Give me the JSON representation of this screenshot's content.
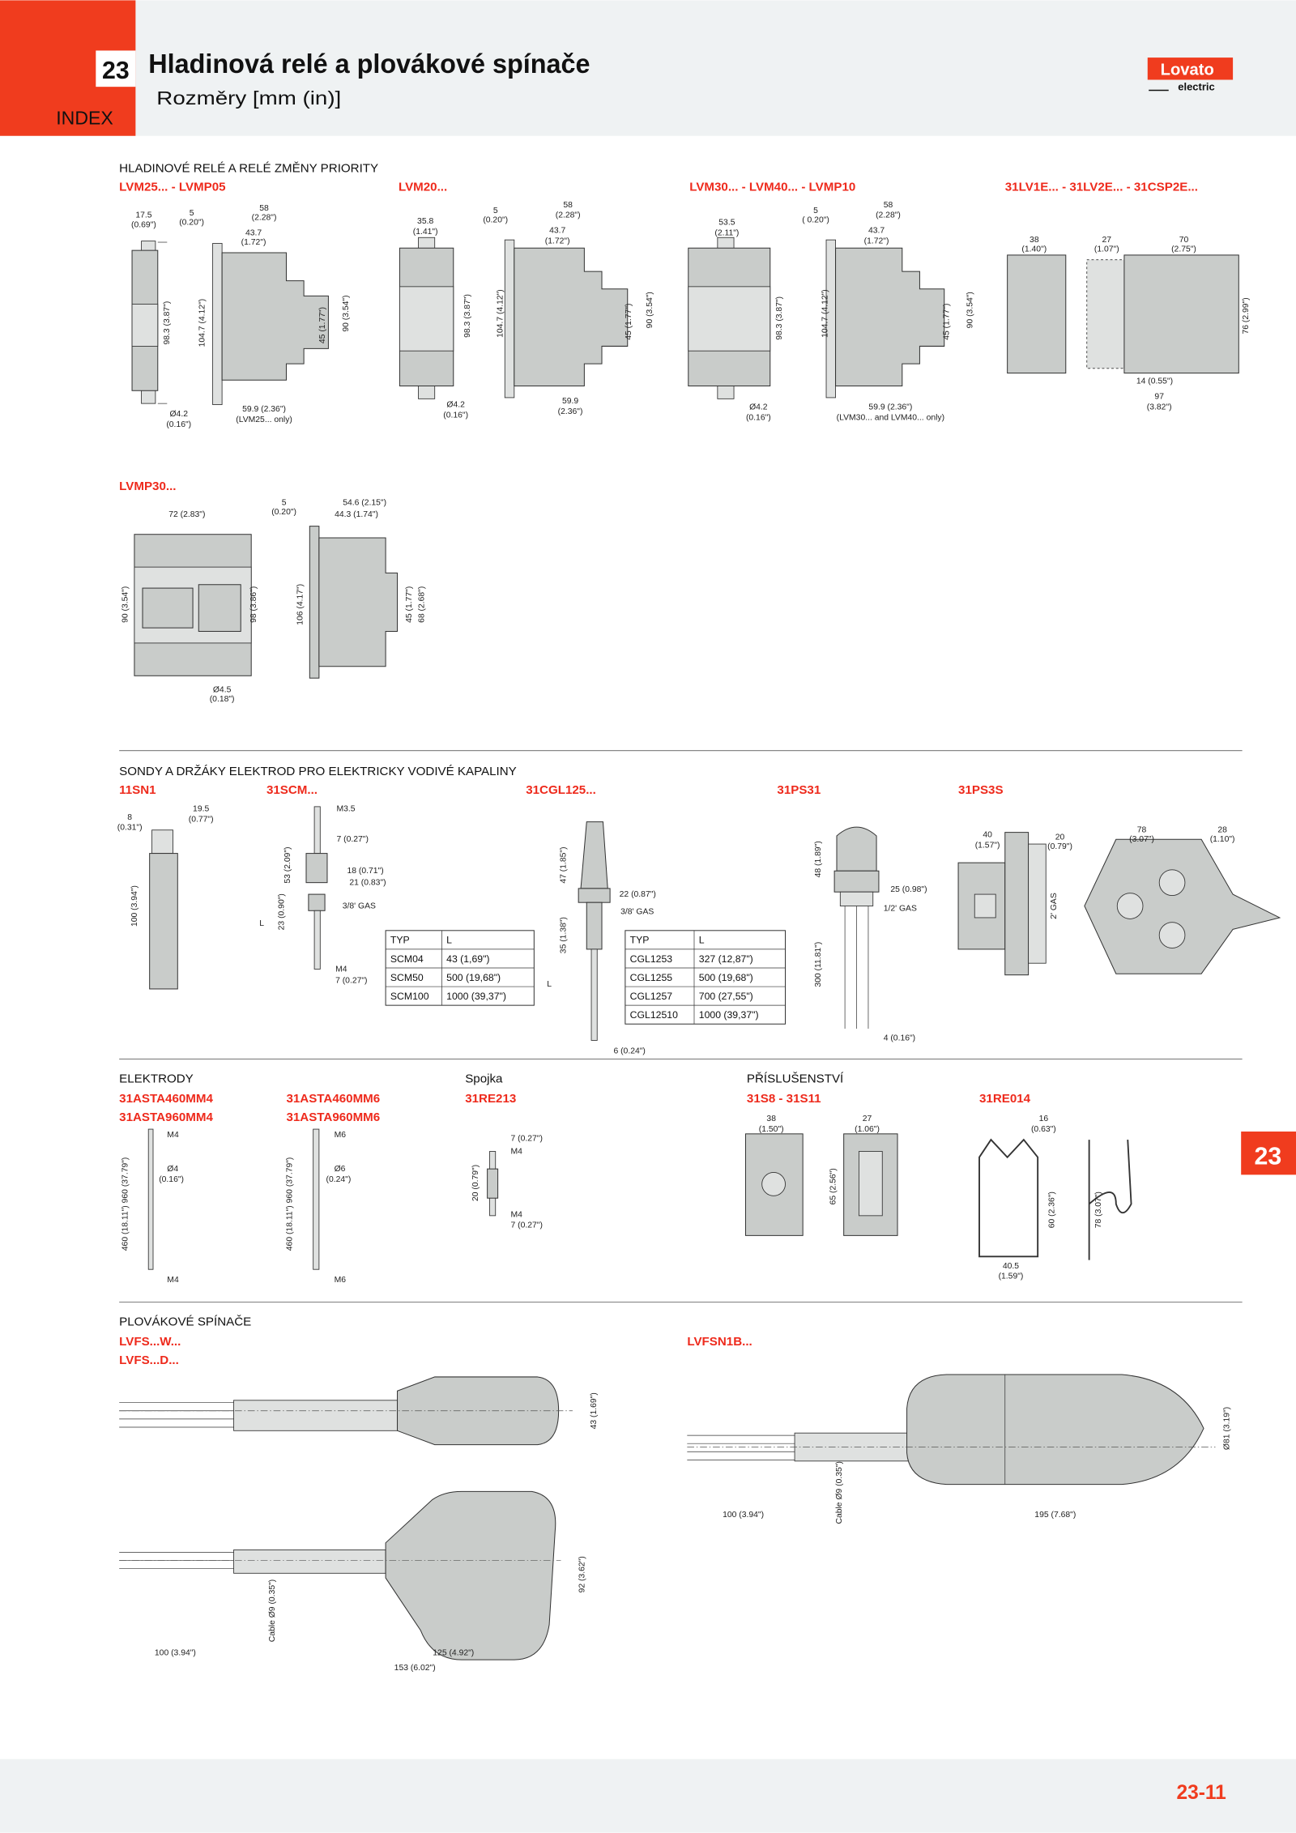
{
  "header": {
    "chapter": "23",
    "title": "Hladinová relé a plovákové spínače",
    "subtitle": "Rozměry [mm (in)]",
    "index": "INDEX",
    "logo": "Lovato",
    "logo_sub": "electric"
  },
  "side_tab": "23",
  "page_number": "23-11",
  "colors": {
    "accent": "#f03c1e",
    "band": "#eff2f3",
    "device": "#c9ccca"
  },
  "s1": {
    "heading": "HLADINOVÉ RELÉ A RELÉ ZMĚNY PRIORITY",
    "l1": "LVM25... - LVMP05",
    "l2": "LVM20...",
    "l3": "LVM30... - LVM40... - LVMP10",
    "l4": "31LV1E... - 31LV2E... - 31CSP2E...",
    "l5": "LVMP30..."
  },
  "s2": {
    "heading": "SONDY A DRŽÁKY ELEKTROD PRO ELEKTRICKY VODIVÉ KAPALINY",
    "l1": "11SN1",
    "l2": "31SCM...",
    "l3": "31CGL125...",
    "l4": "31PS31",
    "l5": "31PS3S"
  },
  "s3": {
    "heading1": "ELEKTRODY",
    "l1a": "31ASTA460MM4",
    "l1b": "31ASTA960MM4",
    "l2a": "31ASTA460MM6",
    "l2b": "31ASTA960MM6",
    "heading2": "Spojka",
    "l3": "31RE213",
    "heading3": "PŘÍSLUŠENSTVÍ",
    "l4": "31S8 - 31S11",
    "l5": "31RE014"
  },
  "s4": {
    "heading": "PLOVÁKOVÉ SPÍNAČE",
    "l1a": "LVFS...W...",
    "l1b": "LVFS...D...",
    "l2": "LVFSN1B..."
  },
  "table_scm": {
    "headers": [
      "TYP",
      "L"
    ],
    "rows": [
      [
        "SCM04",
        "43 (1,69\")"
      ],
      [
        "SCM50",
        "500 (19,68\")"
      ],
      [
        "SCM100",
        "1000 (39,37\")"
      ]
    ]
  },
  "table_cgl": {
    "headers": [
      "TYP",
      "L"
    ],
    "rows": [
      [
        "CGL1253",
        "327 (12,87\")"
      ],
      [
        "CGL1255",
        "500 (19,68\")"
      ],
      [
        "CGL1257",
        "700 (27,55\")"
      ],
      [
        "CGL12510",
        "1000 (39,37\")"
      ]
    ]
  },
  "dims": {
    "lvm25": [
      "17.5",
      "(0.69\")",
      "5",
      "(0.20\")",
      "58",
      "(2.28\")",
      "43.7",
      "(1.72\")",
      "98.3 (3.87\")",
      "104.7 (4.12\")",
      "45 (1.77\")",
      "90 (3.54\")",
      "59.9 (2.36\")",
      "(LVM25... only)",
      "Ø4.2",
      "(0.16\")"
    ],
    "lvm20": [
      "35.8",
      "(1.41\")",
      "98.3 (3.87\")",
      "Ø4.2",
      "(0.16\")",
      "5",
      "(0.20\")",
      "58",
      "(2.28\")",
      "43.7",
      "(1.72\")",
      "104.7 (4.12\")",
      "45 (1.77\")",
      "90 (3.54\")",
      "59.9",
      "(2.36\")"
    ],
    "lvm30": [
      "53.5",
      "(2.11\")",
      "98.3 (3.87\")",
      "Ø4.2",
      "(0.16\")",
      "5",
      "( 0.20\")",
      "58",
      "(2.28\")",
      "43.7",
      "(1.72\")",
      "104.7 (4.12\")",
      "45 (1.77\")",
      "90 (3.54\")",
      "59.9 (2.36\")",
      "(LVM30... and LVM40... only)"
    ],
    "lv1e": [
      "38",
      "(1.40\")",
      "27",
      "(1.07\")",
      "70",
      "(2.75\")",
      "76 (2.99\")",
      "14 (0.55\")",
      "97",
      "(3.82\")"
    ],
    "lvmp30": [
      "72 (2.83\")",
      "90 (3.54\")",
      "98 (3.86\")",
      "Ø4.5",
      "(0.18\")",
      "5",
      "(0.20\")",
      "54.6 (2.15\")",
      "44.3 (1.74\")",
      "106 (4.17\")",
      "45 (1.77\")",
      "68 (2.68\")"
    ],
    "sn1": [
      "8",
      "(0.31\")",
      "19.5",
      "(0.77\")",
      "100 (3.94\")"
    ],
    "scm": [
      "M3.5",
      "53 (2.09\")",
      "7 (0.27\")",
      "18 (0.71\")",
      "21 (0.83\")",
      "3/8' GAS",
      "23 (0.90\")",
      "L",
      "M4",
      "7 (0.27\")"
    ],
    "cgl": [
      "47 (1.85\")",
      "22 (0.87\")",
      "3/8' GAS",
      "35 (1.38\")",
      "L",
      "6 (0.24\")"
    ],
    "ps31": [
      "48 (1.89\")",
      "25 (0.98\")",
      "1/2' GAS",
      "300 (11.81\")",
      "4 (0.16\")"
    ],
    "ps3s": [
      "40",
      "(1.57\")",
      "20",
      "(0.79\")",
      "2' GAS",
      "78",
      "(3.07\")",
      "28",
      "(1.10\")"
    ],
    "asta4": [
      "M4",
      "Ø4",
      "(0.16\")",
      "460 (18.11\") 960 (37.79\")",
      "M4"
    ],
    "asta6": [
      "M6",
      "Ø6",
      "(0.24\")",
      "460 (18.11\") 960 (37.79\")",
      "M6"
    ],
    "re213": [
      "7 (0.27\")",
      "M4",
      "20 (0.79\")",
      "M4",
      "7 (0.27\")"
    ],
    "s8": [
      "38",
      "(1.50\")",
      "27",
      "(1.06\")",
      "65 (2.56\")"
    ],
    "re014": [
      "16",
      "(0.63\")",
      "60 (2.36\")",
      "78 (3.07\")",
      "40.5",
      "(1.59\")"
    ],
    "lvfs": [
      "43 (1.69\")",
      "92 (3.62\")",
      "Cable Ø9 (0.35\")",
      "100 (3.94\")",
      "125 (4.92\")",
      "153 (6.02\")"
    ],
    "lvfsn1b": [
      "Ø81 (3.19\")",
      "Cable Ø9 (0.35\")",
      "100 (3.94\")",
      "195 (7.68\")"
    ]
  }
}
